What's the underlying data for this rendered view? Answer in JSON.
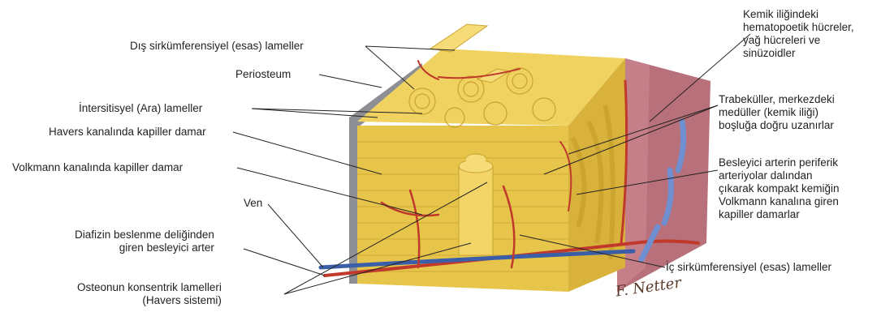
{
  "labels": {
    "dis_sirkum": "Dış sirkümferensiyel (esas) lameller",
    "periosteum": "Periosteum",
    "intersitisyel": "İntersitisyel (Ara) lameller",
    "havers_kapiller": "Havers kanalında kapiller damar",
    "volkmann_kapiller": "Volkmann kanalında kapiller damar",
    "ven": "Ven",
    "diafizin": [
      "Diafizin beslenme deliğinden",
      "giren besleyici arter"
    ],
    "osteon": [
      "Osteonun konsentrik lamelleri",
      "(Havers sistemi)"
    ],
    "kemik_iligi": [
      "Kemik iliğindeki",
      "hematopoetik hücreler,",
      "yağ hücreleri ve",
      "sinüzoidler"
    ],
    "trabekul": [
      "Trabeküller, merkezdeki",
      "medüller (kemik iliği)",
      "boşluğa doğru uzanırlar"
    ],
    "besleyici": [
      "Besleyici arterin periferik",
      "arteriyolar dalından",
      "çıkarak kompakt kemiğin",
      "Volkmann kanalına giren",
      "kapiller damarlar"
    ],
    "ic_sirkum": "İç sirkümferensiyel (esas) lameller"
  },
  "signature": "F. Netter",
  "colors": {
    "bone": "#e9c84a",
    "bone_dark": "#c9a22e",
    "bone_light": "#f5dc78",
    "periosteum": "#9a9aa0",
    "marrow": "#b8707a",
    "artery": "#c0392b",
    "vein": "#3b5ea8",
    "leader": "#222222"
  }
}
